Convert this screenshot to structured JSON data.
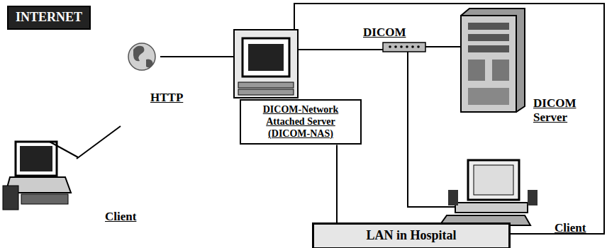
{
  "diagram": {
    "nodes": [
      {
        "text": [
          "INTERNET"
        ]
      },
      {
        "text": [
          "DICOM-Network Attached Server (DICOM-NAS)"
        ]
      },
      {
        "text": [
          "LAN in Hospital"
        ]
      }
    ],
    "edges": [
      {
        "from": 1,
        "to": 2,
        "arrow": "none"
      }
    ],
    "labels": [
      "HTTP",
      "Client",
      "DICOM",
      "DICOM Server",
      "Client"
    ]
  }
}
